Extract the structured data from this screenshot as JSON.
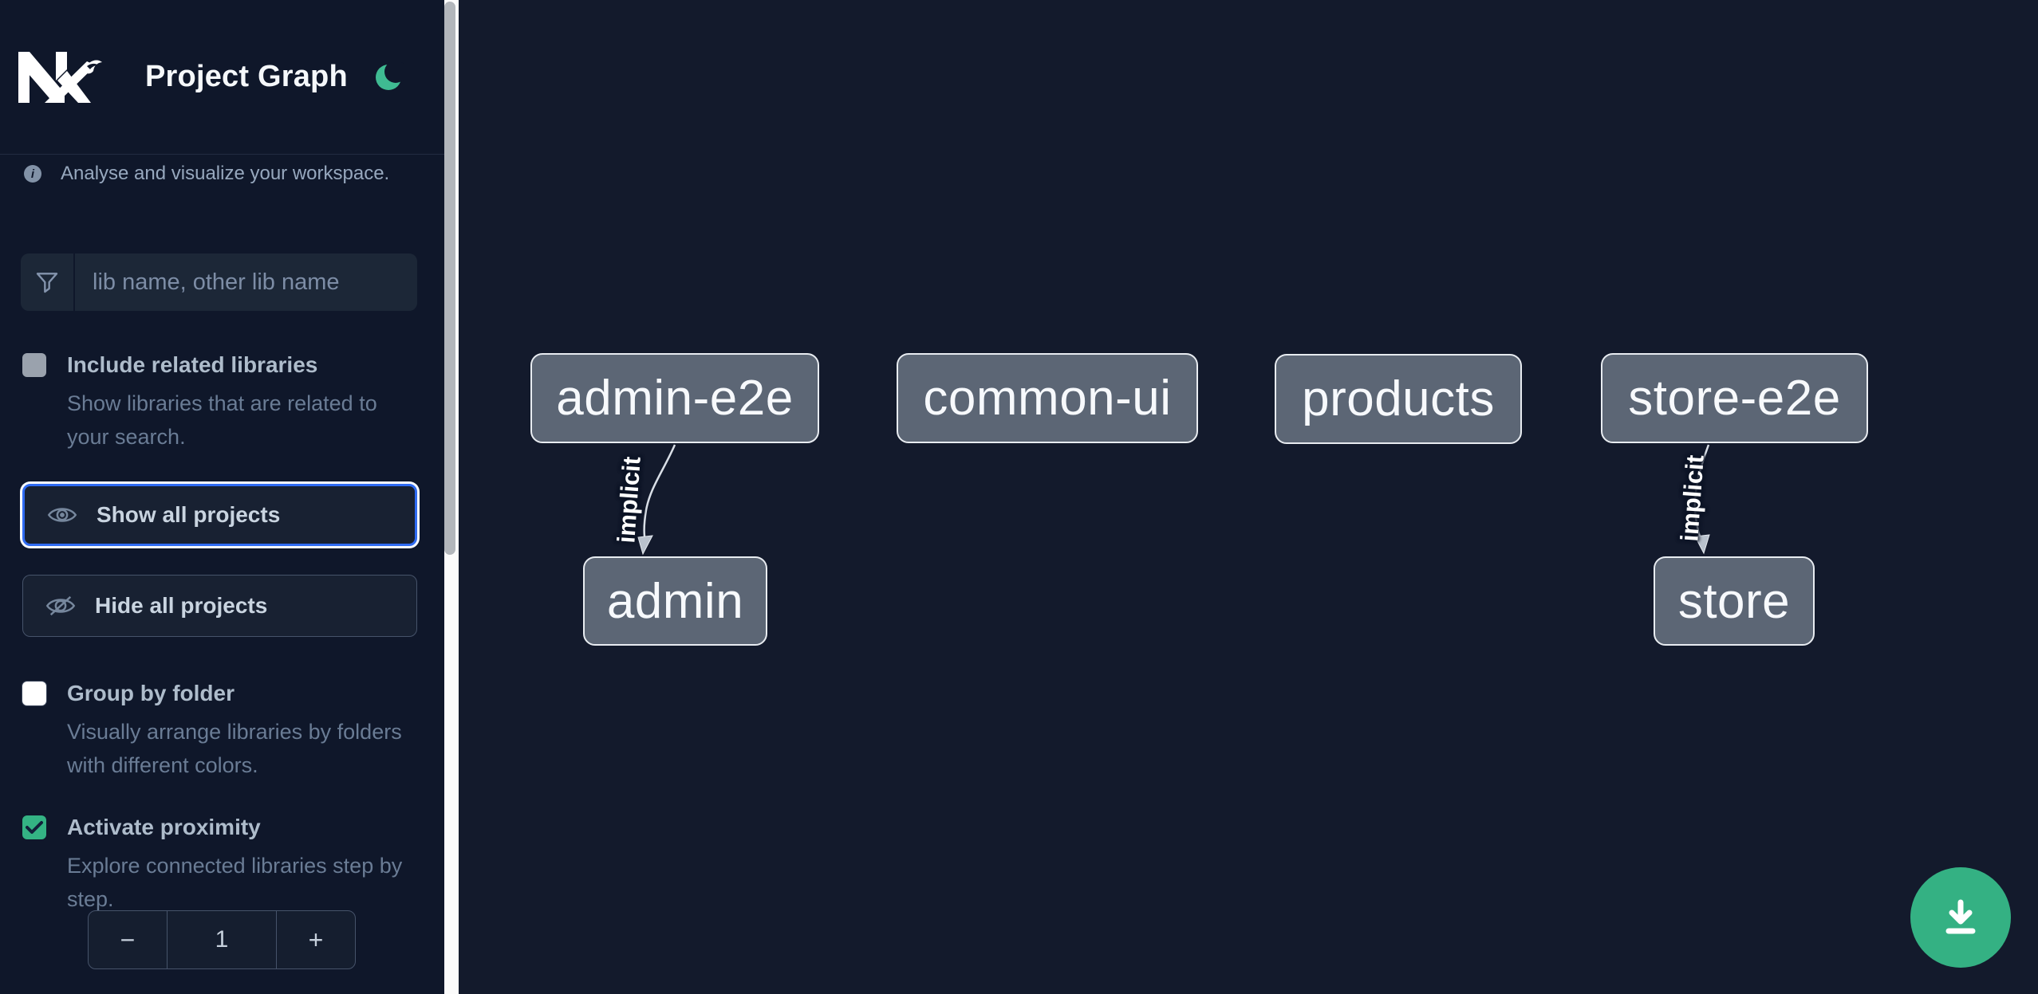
{
  "header": {
    "title": "Project Graph"
  },
  "sidebar": {
    "tagline": "Analyse and visualize your workspace.",
    "search_placeholder": "lib name, other lib name",
    "include_related_label": "Include related libraries",
    "include_related_description": "Show libraries that are related to your search.",
    "include_related_checked": false,
    "show_all_label": "Show all projects",
    "hide_all_label": "Hide all projects",
    "group_by_folder_label": "Group by folder",
    "group_by_folder_description": "Visually arrange libraries by folders with different colors.",
    "group_by_folder_checked": false,
    "activate_proximity_label": "Activate proximity",
    "activate_proximity_description": "Explore connected libraries step by step.",
    "activate_proximity_checked": true,
    "stepper": {
      "decrement": "−",
      "value": "1",
      "increment": "+"
    }
  },
  "graph": {
    "nodes": [
      {
        "label": "admin-e2e"
      },
      {
        "label": "common-ui"
      },
      {
        "label": "products"
      },
      {
        "label": "store-e2e"
      },
      {
        "label": "admin"
      },
      {
        "label": "store"
      }
    ],
    "edges": [
      {
        "source": "admin-e2e",
        "target": "admin",
        "label": "implicit"
      },
      {
        "source": "store-e2e",
        "target": "store",
        "label": "implicit"
      }
    ]
  },
  "icons": {
    "logo": "nx-logo",
    "theme_toggle": "moon-icon",
    "info": "info-icon",
    "search": "funnel-icon",
    "show_all": "eye-icon",
    "hide_all": "eye-off-icon",
    "fab": "download-icon"
  },
  "colors": {
    "sidebar_bg": "#0f172a",
    "canvas_bg": "#131a2c",
    "accent_green": "#3fbb92",
    "focus_blue": "#2f6bf2",
    "node_fill": "#5c6675",
    "node_border": "#e8ecf1",
    "fab_green": "#34b183",
    "checkbox_checked": "#34b384"
  }
}
